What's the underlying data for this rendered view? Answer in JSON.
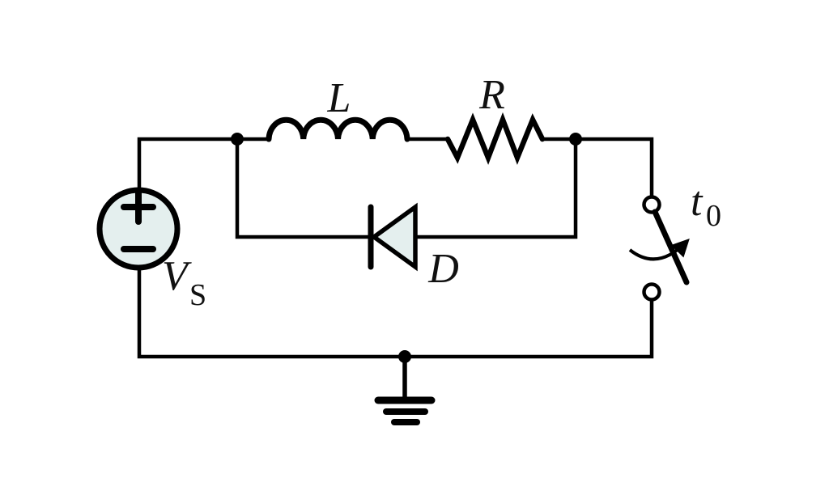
{
  "canvas": {
    "background": "#ffffff"
  },
  "colors": {
    "stroke": "#000000",
    "component_fill": "#e4efee",
    "switch_terminal_fill": "#ffffff",
    "text": "#111111"
  },
  "labels": {
    "inductor": "L",
    "resistor": "R",
    "diode": "D",
    "source": {
      "main": "V",
      "sub": "S"
    },
    "switch_time": {
      "main": "t",
      "sub": "0"
    }
  },
  "components": {
    "voltage_source": {
      "kind": "dc-voltage-source",
      "polarity_top": "+",
      "polarity_bottom": "−"
    },
    "inductor": {
      "kind": "inductor",
      "humps": 4
    },
    "resistor": {
      "kind": "resistor-zigzag"
    },
    "diode": {
      "kind": "diode",
      "orientation": "pointing-left",
      "role": "freewheeling-across-L-R"
    },
    "switch": {
      "kind": "spst-switch-open",
      "annotation": "closes-at-t0"
    },
    "ground": {
      "kind": "earth-ground"
    }
  }
}
